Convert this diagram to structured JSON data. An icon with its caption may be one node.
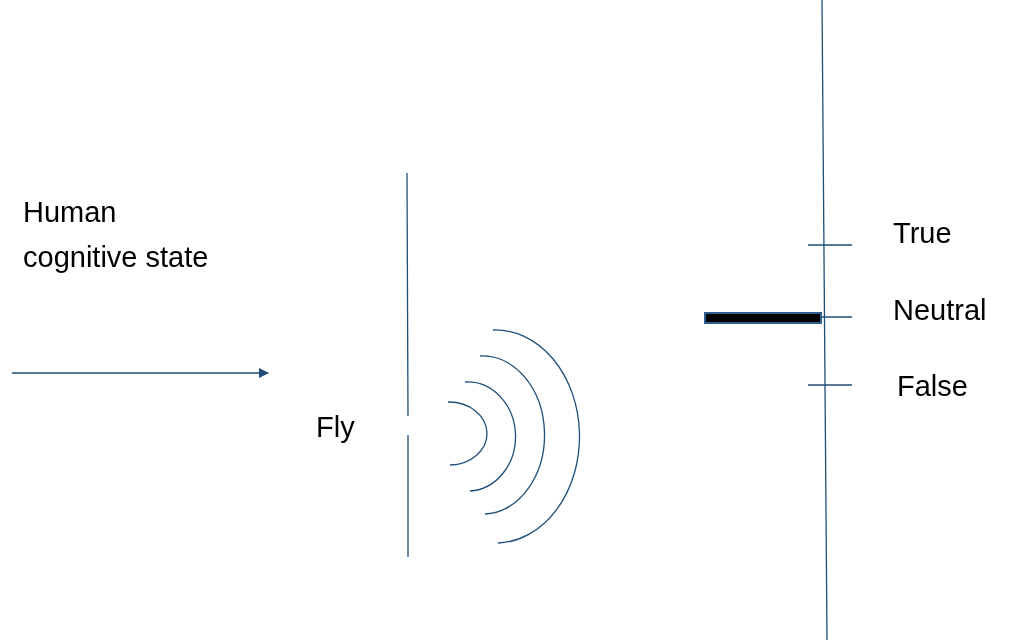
{
  "diagram": {
    "labels": [
      "Human cognitive state",
      "Fly",
      "True",
      "Neutral",
      "False"
    ]
  }
}
